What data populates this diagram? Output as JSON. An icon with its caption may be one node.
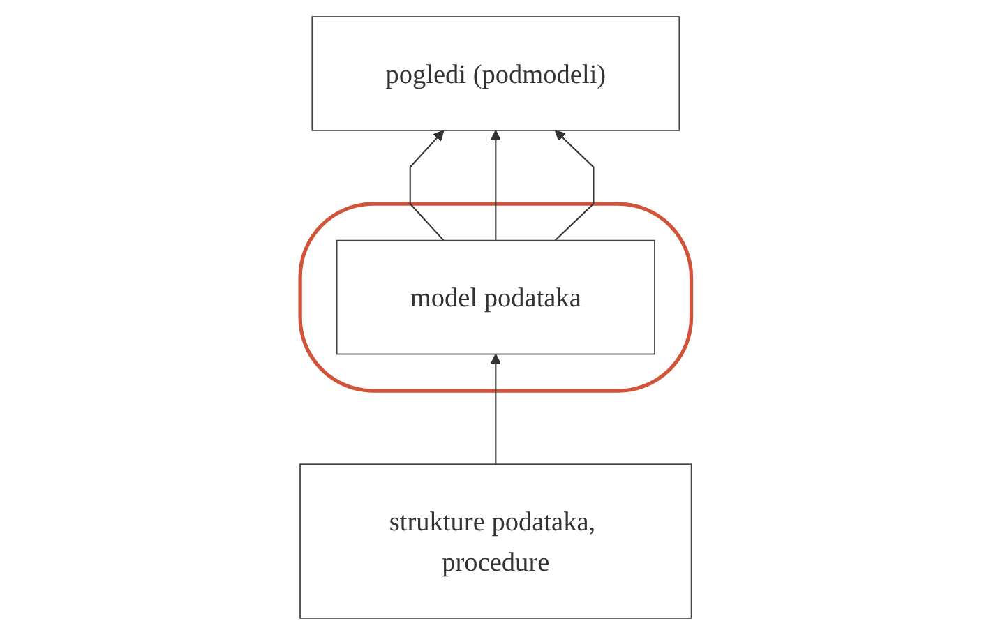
{
  "diagram": {
    "nodes": [
      {
        "text": [
          "pogledi (podmodeli)"
        ]
      },
      {
        "text": [],
        "shape": "ellipse"
      },
      {
        "text": [
          "model podataka"
        ],
        "in": 1
      },
      {
        "text": [
          "strukture podataka, procedure"
        ]
      }
    ],
    "edges": [
      {
        "from": 2,
        "to": 0,
        "arrow": "to"
      },
      {
        "from": 2,
        "to": 0,
        "arrow": "to"
      },
      {
        "from": 2,
        "to": 0,
        "arrow": "to"
      },
      {
        "from": 3,
        "to": 2,
        "arrow": "to"
      }
    ]
  }
}
